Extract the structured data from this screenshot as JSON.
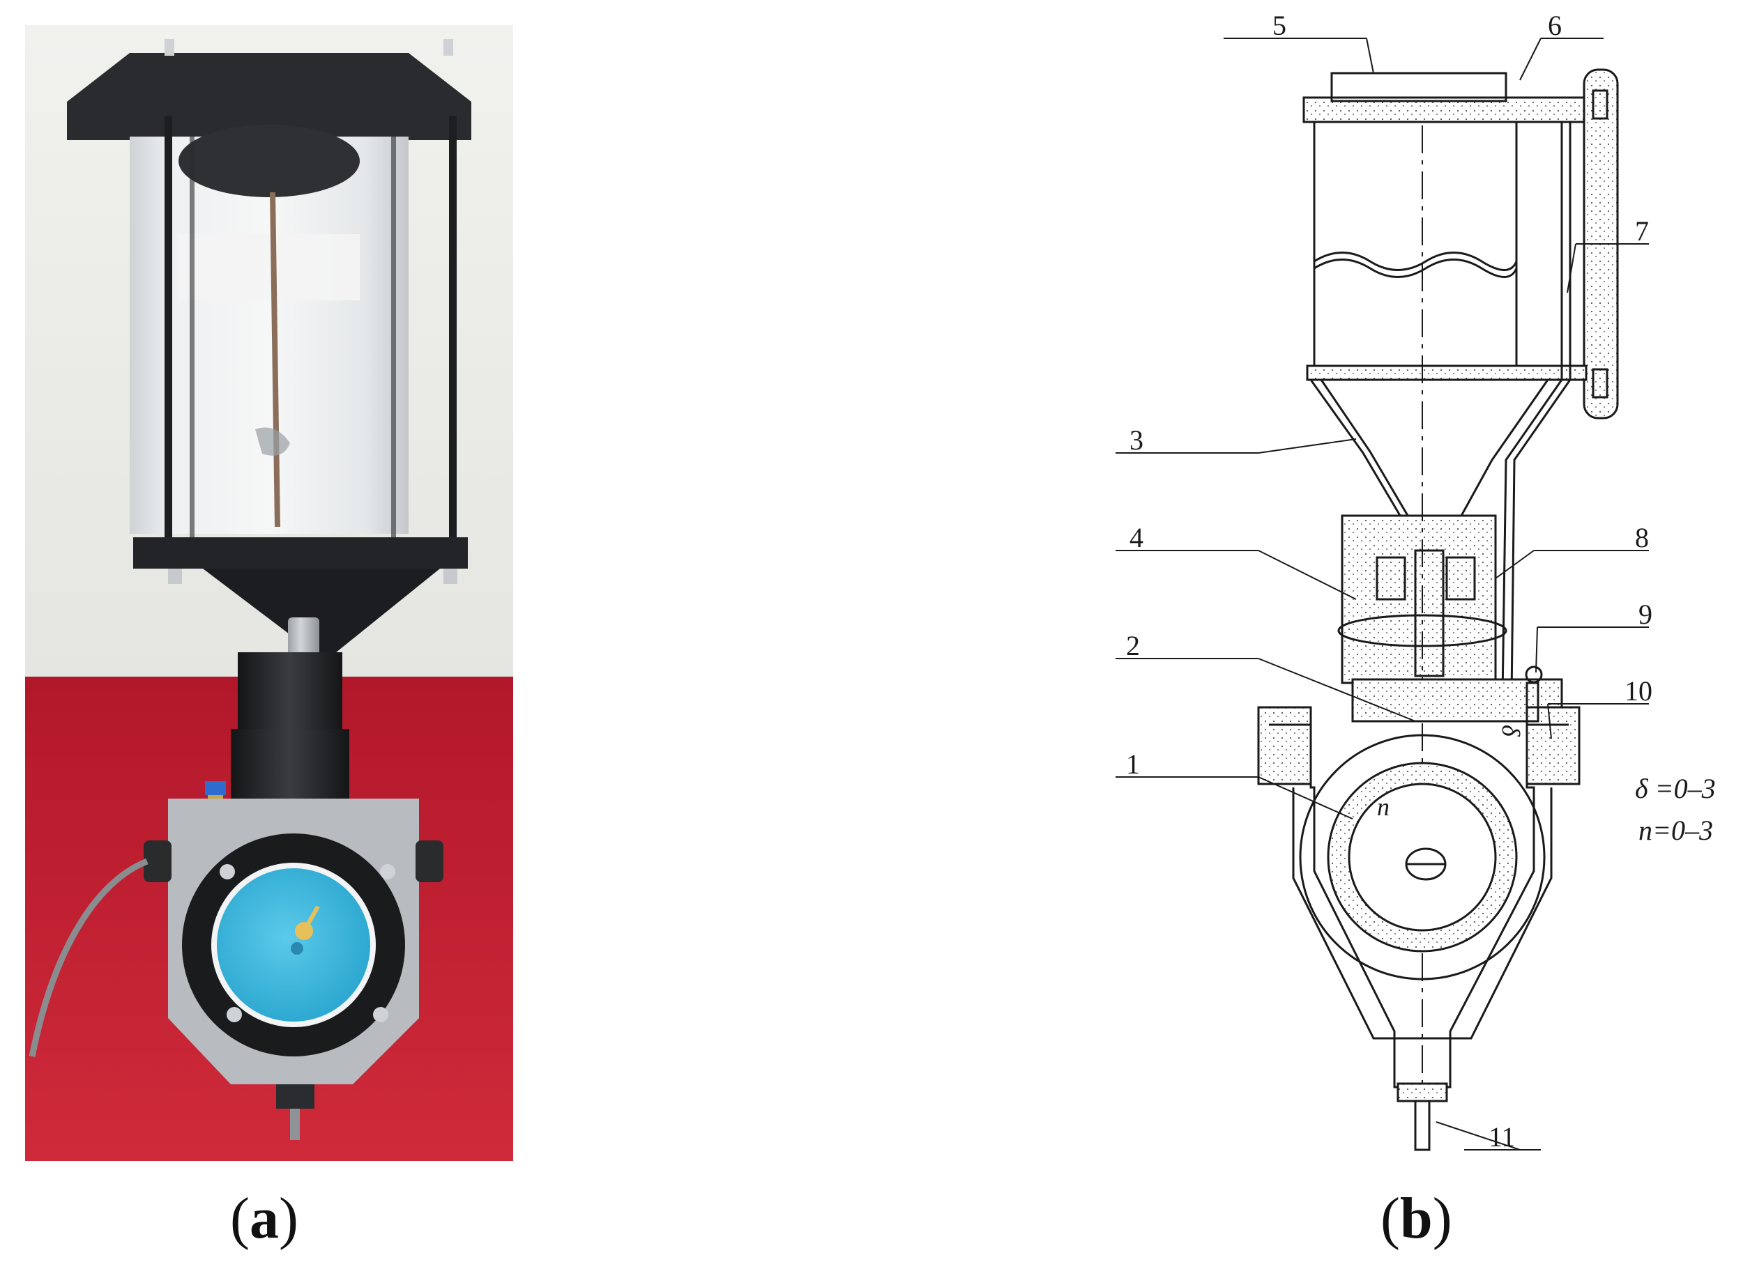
{
  "captions": {
    "a": {
      "open": "(",
      "letter": "a",
      "close": ")"
    },
    "b": {
      "open": "(",
      "letter": "b",
      "close": ")"
    }
  },
  "part_labels": [
    "1",
    "2",
    "3",
    "4",
    "5",
    "6",
    "7",
    "8",
    "9",
    "10",
    "11"
  ],
  "formulas": {
    "delta": "δ =0–3",
    "n": "n=0–3"
  },
  "drawing_symbols": {
    "rotor_n": "n",
    "gap": "δ"
  },
  "colors": {
    "table_red": "#c01a2c",
    "backdrop": "#e9e9e6",
    "metal_black": "#222326",
    "dial_blue": "#3ab9dd",
    "housing_grey": "#b9bcc0"
  }
}
